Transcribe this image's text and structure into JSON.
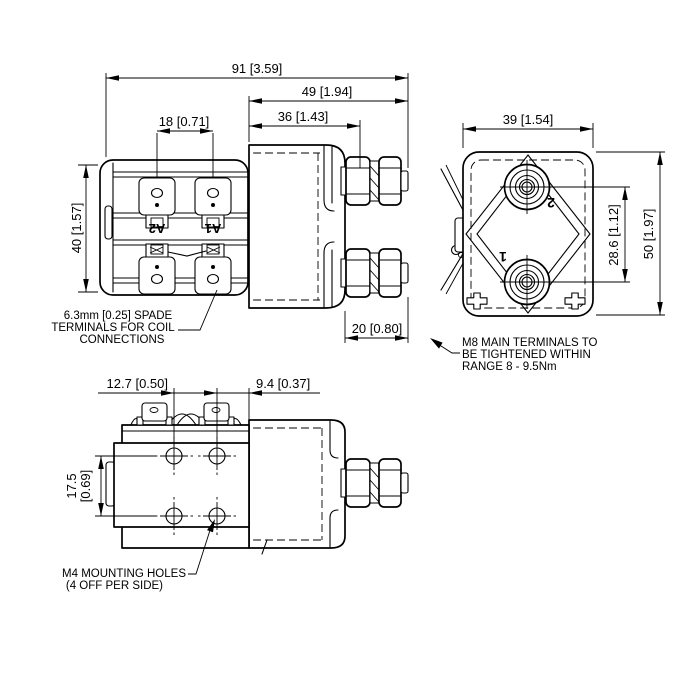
{
  "side_view": {
    "dim_overall_length": "91 [3.59]",
    "dim_body_and_studs": "49 [1.94]",
    "dim_body_length": "36 [1.43]",
    "dim_spade_spacing": "18 [0.71]",
    "dim_height": "40 [1.57]",
    "dim_stud_protrusion": "20 [0.80]",
    "coil_terminal_a2": "A2",
    "coil_terminal_a1": "A1",
    "spade_note_line1": "6.3mm [0.25] SPADE",
    "spade_note_line2": "TERMINALS FOR COIL",
    "spade_note_line3": "CONNECTIONS"
  },
  "end_view": {
    "dim_width": "39 [1.54]",
    "dim_terminal_spacing": "28.6 [1.12]",
    "dim_height": "50 [1.97]",
    "terminal_2": "2",
    "terminal_1": "1",
    "m8_note_line1": "M8 MAIN TERMINALS TO",
    "m8_note_line2": "BE TIGHTENED WITHIN",
    "m8_note_line3": "RANGE 8 - 9.5Nm"
  },
  "bottom_view": {
    "dim_hole_row_spacing": "12.7 [0.50]",
    "dim_hole_to_edge": "9.4 [0.37]",
    "dim_hole_col_spacing_mm": "17.5",
    "dim_hole_col_spacing_in": "[0.69]",
    "m4_note_line1": "M4 MOUNTING HOLES",
    "m4_note_line2": "(4 OFF PER SIDE)"
  }
}
